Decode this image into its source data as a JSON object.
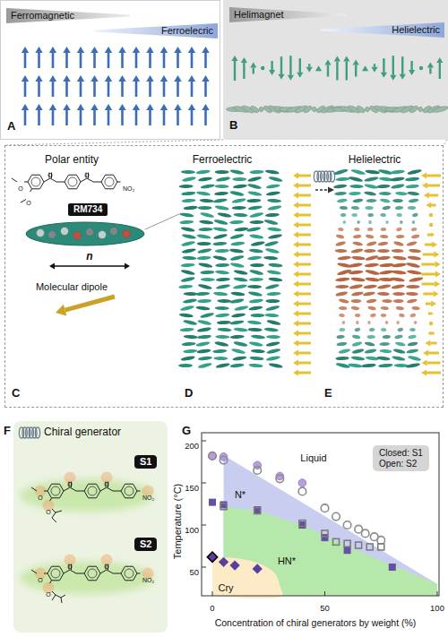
{
  "diagram": {
    "nodes": [
      {
        "text": [
          "A"
        ]
      },
      {
        "text": [
          "Ferromagnetic"
        ],
        "in": 0
      },
      {
        "text": [
          "Ferroelecric"
        ],
        "in": 0
      },
      {
        "text": [
          "B"
        ]
      },
      {
        "text": [
          "Helimagnet"
        ],
        "in": 3
      },
      {
        "text": [
          "Helielectric"
        ],
        "in": 3
      },
      {
        "text": [
          "C",
          "D",
          "E"
        ]
      },
      {
        "text": [
          "RM734"
        ],
        "in": 6
      },
      {
        "text": [
          "Chiral generator"
        ]
      },
      {
        "text": [
          "S1"
        ],
        "in": 8
      },
      {
        "text": [
          "S2"
        ],
        "in": 8
      },
      {
        "text": [
          "Closed: S1",
          "Open: S2"
        ]
      }
    ],
    "labels": [
      "Polar entity",
      "O",
      "O",
      "O",
      "O",
      "NO₂",
      "n",
      "Molecular dipole",
      "Ferroelectric",
      "Helielectric",
      "F",
      "O",
      "O",
      "O",
      "O",
      "NO₂",
      "O",
      "O",
      "O",
      "O",
      "NO₂",
      "G",
      "200",
      "150",
      "100",
      "50",
      "0",
      "50",
      "100",
      "Temperature (°C)",
      "Concentration of chiral generators by weight (%)",
      "Liquid",
      "N*",
      "HN*",
      "Cry"
    ]
  }
}
